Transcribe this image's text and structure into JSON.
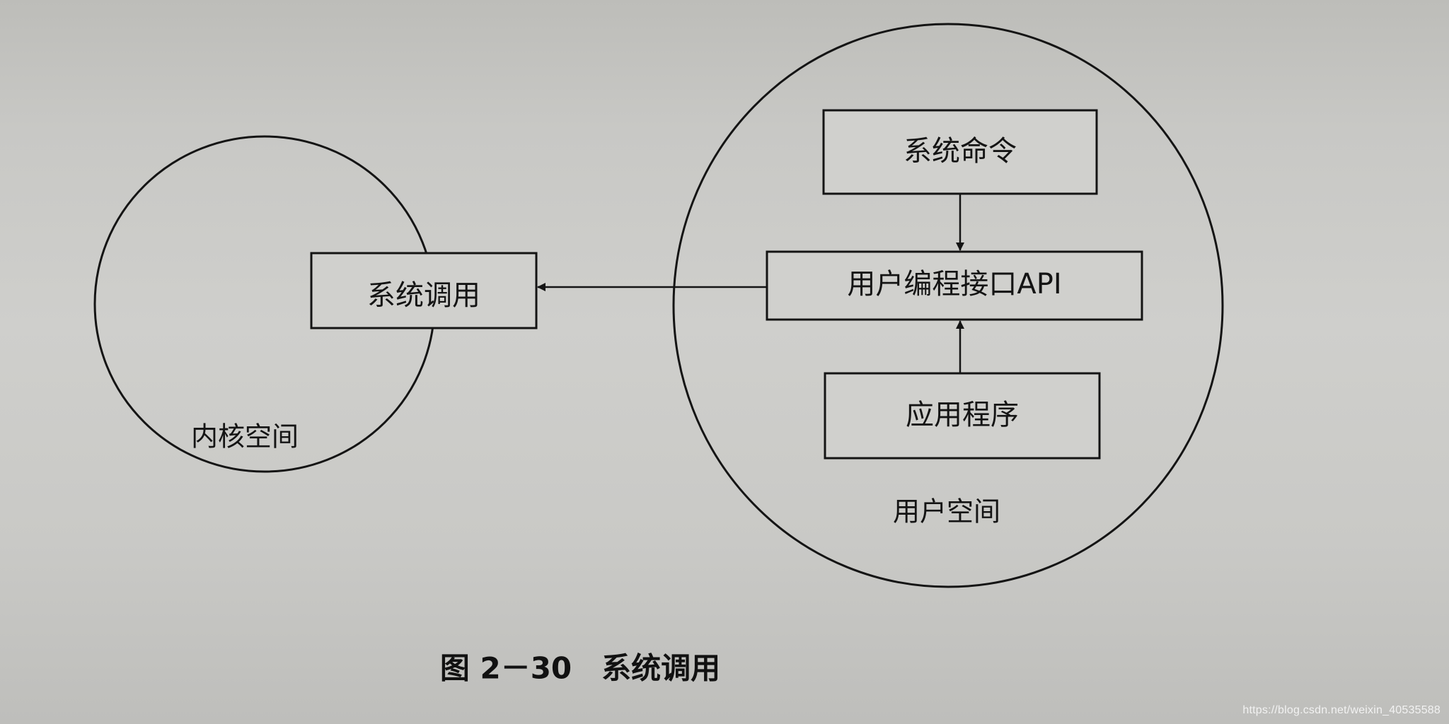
{
  "diagram": {
    "kernel_space": {
      "title": "内核空间",
      "box": "系统调用"
    },
    "user_space": {
      "title": "用户空间",
      "top_box": "系统命令",
      "middle_box": "用户编程接口API",
      "bottom_box": "应用程序"
    }
  },
  "caption": "图 2－30　系统调用",
  "watermark": "https://blog.csdn.net/weixin_40535588",
  "colors": {
    "paper": "#c9c9c6",
    "ink": "#141414"
  }
}
